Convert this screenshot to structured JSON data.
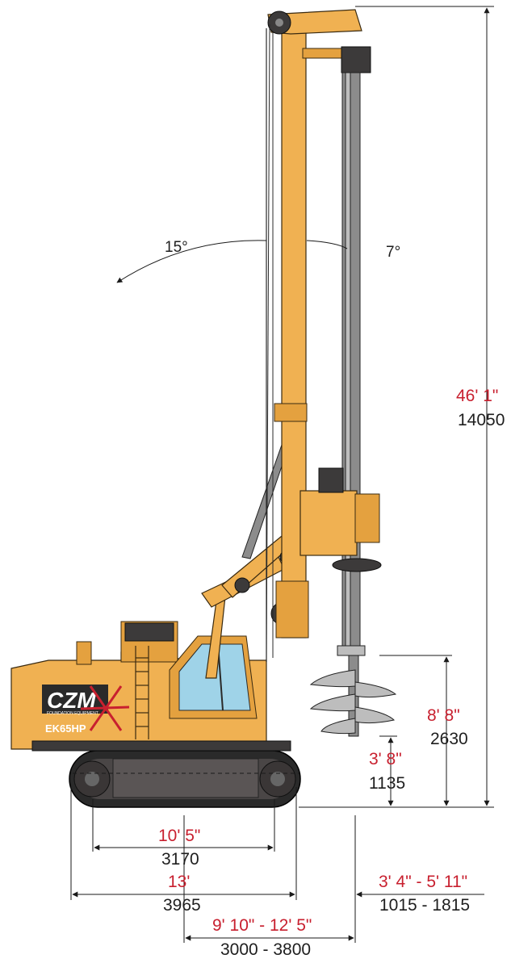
{
  "machine": {
    "model_badge": "EK65HP",
    "logo_text": "CZM",
    "logo_tagline": "FOUNDATION EQUIPMENT"
  },
  "angles": {
    "back_tilt": "15°",
    "front_tilt": "7°"
  },
  "dimensions": {
    "overall_height": {
      "imperial": "46' 1\"",
      "metric": "14050"
    },
    "auger_clearance": {
      "imperial": "8' 8\"",
      "metric": "2630"
    },
    "ground_clearance": {
      "imperial": "3' 8\"",
      "metric": "1135"
    },
    "track_centers": {
      "imperial": "10' 5\"",
      "metric": "3170"
    },
    "track_length": {
      "imperial": "13'",
      "metric": "3965"
    },
    "front_reach": {
      "imperial": "3' 4\" - 5' 11\"",
      "metric": "1015 - 1815"
    },
    "working_radius": {
      "imperial": "9' 10\" - 12' 5\"",
      "metric": "3000 - 3800"
    }
  },
  "colors": {
    "body_yellow": "#f0b152",
    "imperial_red": "#c8202f",
    "metric_black": "#1e1e1e"
  }
}
